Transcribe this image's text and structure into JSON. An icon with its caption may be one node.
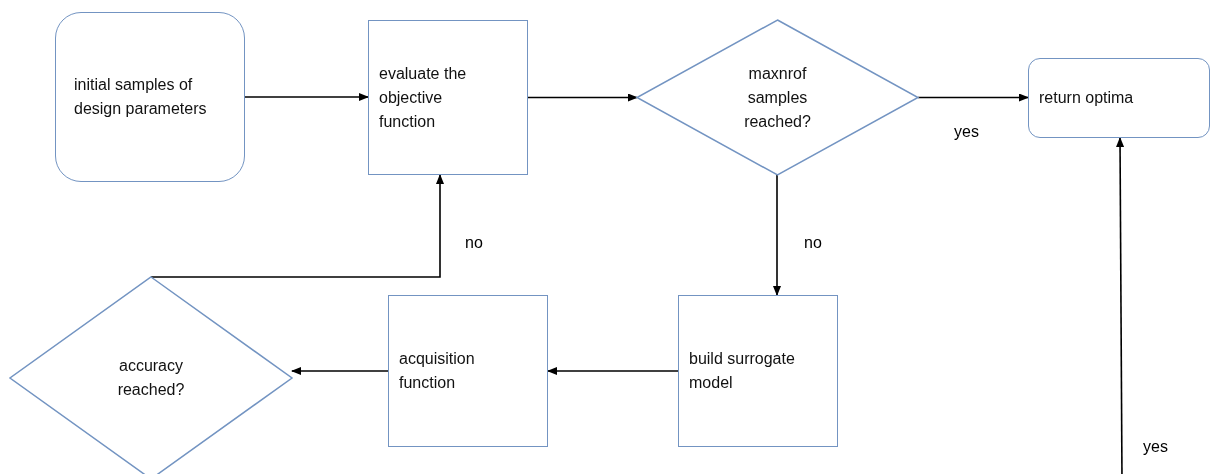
{
  "diagram": {
    "nodes": [
      {
        "text": [
          "initial samples of design parameters"
        ]
      },
      {
        "text": [
          "evaluate the objective function"
        ]
      },
      {
        "text": [
          "maxnrof samples reached?"
        ]
      },
      {
        "text": [
          "return optima"
        ]
      },
      {
        "text": [
          "build surrogate model"
        ]
      },
      {
        "text": [
          "acquisition function"
        ]
      },
      {
        "text": [
          "accuracy reached?"
        ]
      }
    ],
    "edges": [
      {
        "from": 0,
        "to": 1,
        "arrow": "to"
      },
      {
        "from": 1,
        "to": 2,
        "arrow": "to"
      },
      {
        "from": 2,
        "to": 3,
        "arrow": "to",
        "label": "yes"
      },
      {
        "from": 2,
        "to": 4,
        "arrow": "to",
        "label": "no"
      },
      {
        "from": 4,
        "to": 5,
        "arrow": "to"
      },
      {
        "from": 5,
        "to": 6,
        "arrow": "to"
      },
      {
        "from": 6,
        "to": 1,
        "arrow": "to",
        "label": "no"
      },
      {
        "from": null,
        "to": 3,
        "arrow": "to",
        "label": "yes"
      }
    ]
  }
}
